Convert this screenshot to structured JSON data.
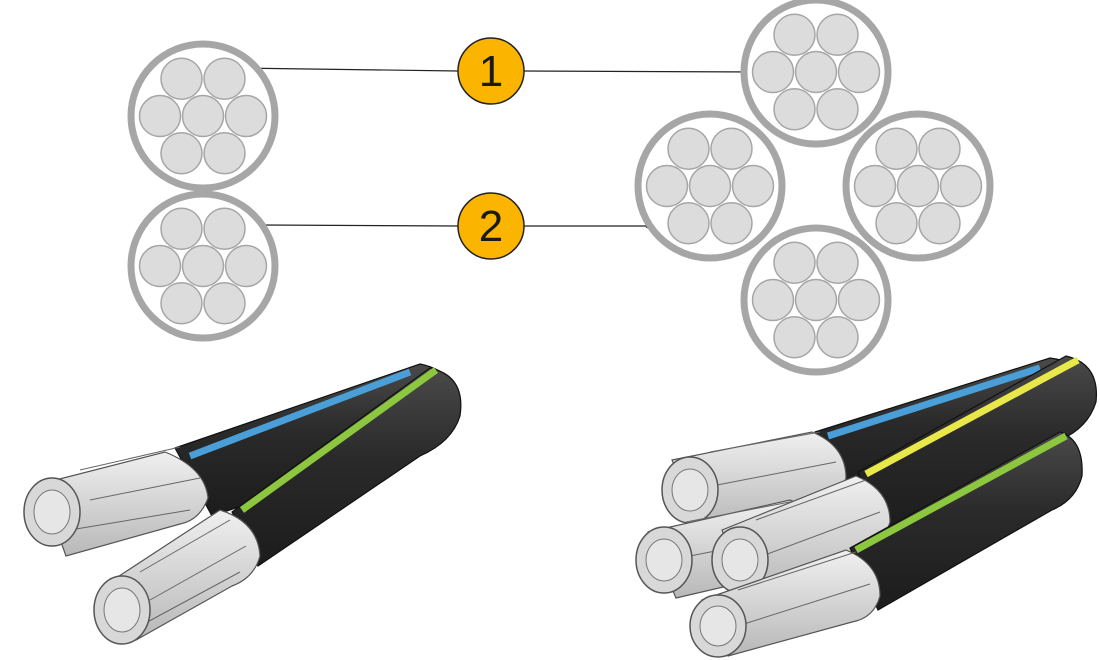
{
  "callouts": [
    {
      "label": "1"
    },
    {
      "label": "2"
    }
  ],
  "colors": {
    "callout_fill": "#FBB400",
    "insulation_ring": "#A6A6A6",
    "strand_fill": "#DCDCDC",
    "strand_stroke": "#A6A6A6",
    "jacket": "#2E2E2E",
    "conductor": "#D9D9D9",
    "stripe_blue": "#4A9FD8",
    "stripe_green": "#8DC63F",
    "stripe_yellow": "#E8E84A"
  },
  "icons": [
    "conductor-cross-section",
    "cable-bundle"
  ]
}
